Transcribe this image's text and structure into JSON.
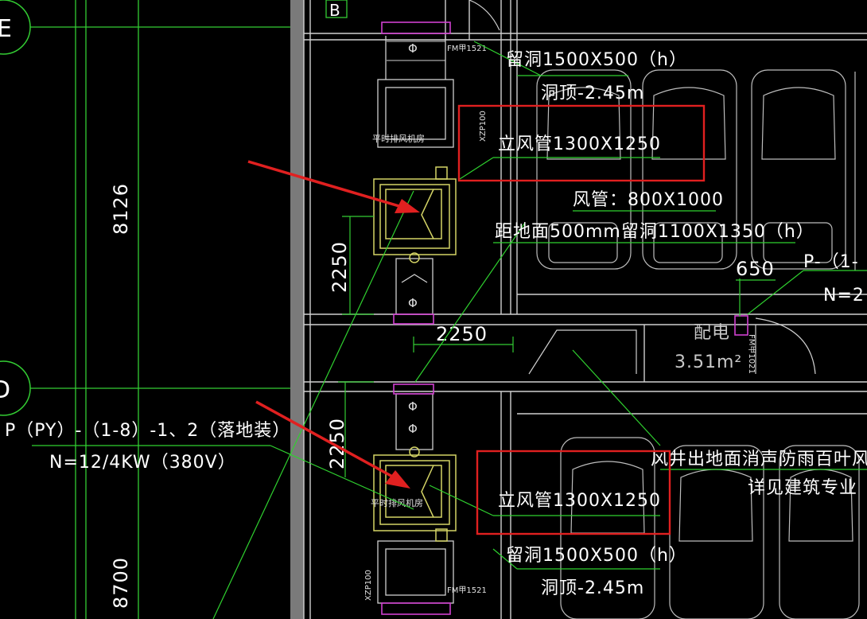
{
  "colors": {
    "background": "#000000",
    "grid": "#33cc33",
    "leader": "#2fd12f",
    "wall": "#d0d0d0",
    "column": "#7a7a7a",
    "duct": "#d4d466",
    "highlight": "#e02020",
    "magenta": "#d040d0"
  },
  "labels": {
    "hole_top": "留洞1500X500（h）",
    "hole_top_ceiling": "洞顶-2.45m",
    "riser_duct_top": "立风管1300X1250",
    "duct_size": "风管：800X1000",
    "hole_side": "距地面500mm留洞1100X1350（h）",
    "dim_650": "650",
    "p_label_right": "P-（1-",
    "n_label_right": "N=2",
    "room_name": "配电",
    "room_area": "3.51m²",
    "fan_spec": "P（PY）-（1-8）-1、2（落地装）",
    "fan_power": "N=12/4KW（380V）",
    "louver_note": "风井出地面消声防雨百叶风口≥",
    "arch_note": "详见建筑专业",
    "riser_duct_bottom": "立风管1300X1250",
    "hole_bottom": "留洞1500X500（h）",
    "hole_bottom_ceiling": "洞顶-2.45m",
    "xzp_top": "XZP100",
    "xzp_bottom": "XZP100",
    "fm_top": "FM甲1521",
    "fm_bottom": "FM甲1521",
    "fm_right": "FM甲1021",
    "room_small_top": "平时排风机房",
    "room_small_bottom": "平时排风机房",
    "phi": "Φ",
    "axis_b": "B",
    "axis_e": "E",
    "axis_d": "D"
  },
  "dimensions": {
    "d8126": "8126",
    "d8700": "8700",
    "d2250_v_top": "2250",
    "d2250_h": "2250",
    "d2250_v_bottom": "2250"
  }
}
